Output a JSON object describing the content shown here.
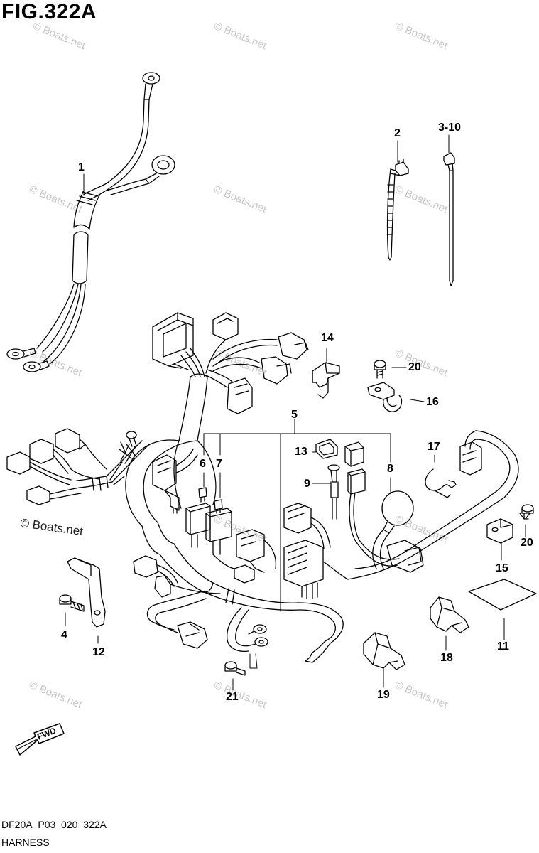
{
  "figure": {
    "title": "FIG.322A",
    "code": "DF20A_P03_020_322A",
    "name": "HARNESS"
  },
  "watermark": {
    "text": "© Boats.net",
    "dark_text": "© Boats.net"
  },
  "direction_arrow": {
    "label": "FWD"
  },
  "callouts": {
    "p1": "1",
    "p2": "2",
    "p3": "3-10",
    "p4": "4",
    "p5": "5",
    "p6": "6",
    "p7": "7",
    "p8": "8",
    "p9": "9",
    "p11": "11",
    "p12": "12",
    "p13": "13",
    "p14": "14",
    "p15": "15",
    "p16": "16",
    "p17": "17",
    "p18": "18",
    "p19": "19",
    "p20a": "20",
    "p20b": "20",
    "p21": "21"
  },
  "colors": {
    "line": "#000000",
    "watermark": "#c8c8c8"
  }
}
